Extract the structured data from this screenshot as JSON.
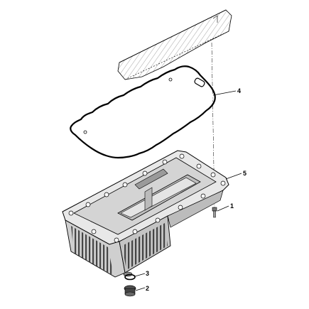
{
  "diagram": {
    "callouts": [
      {
        "id": "1",
        "label": "1"
      },
      {
        "id": "2",
        "label": "2"
      },
      {
        "id": "3",
        "label": "3"
      },
      {
        "id": "4",
        "label": "4"
      },
      {
        "id": "5",
        "label": "5"
      }
    ]
  },
  "colors": {
    "line": "#000000",
    "hatch": "#555555",
    "pan_shade": "#d9d9d9",
    "pan_dark": "#3a3a3a"
  }
}
